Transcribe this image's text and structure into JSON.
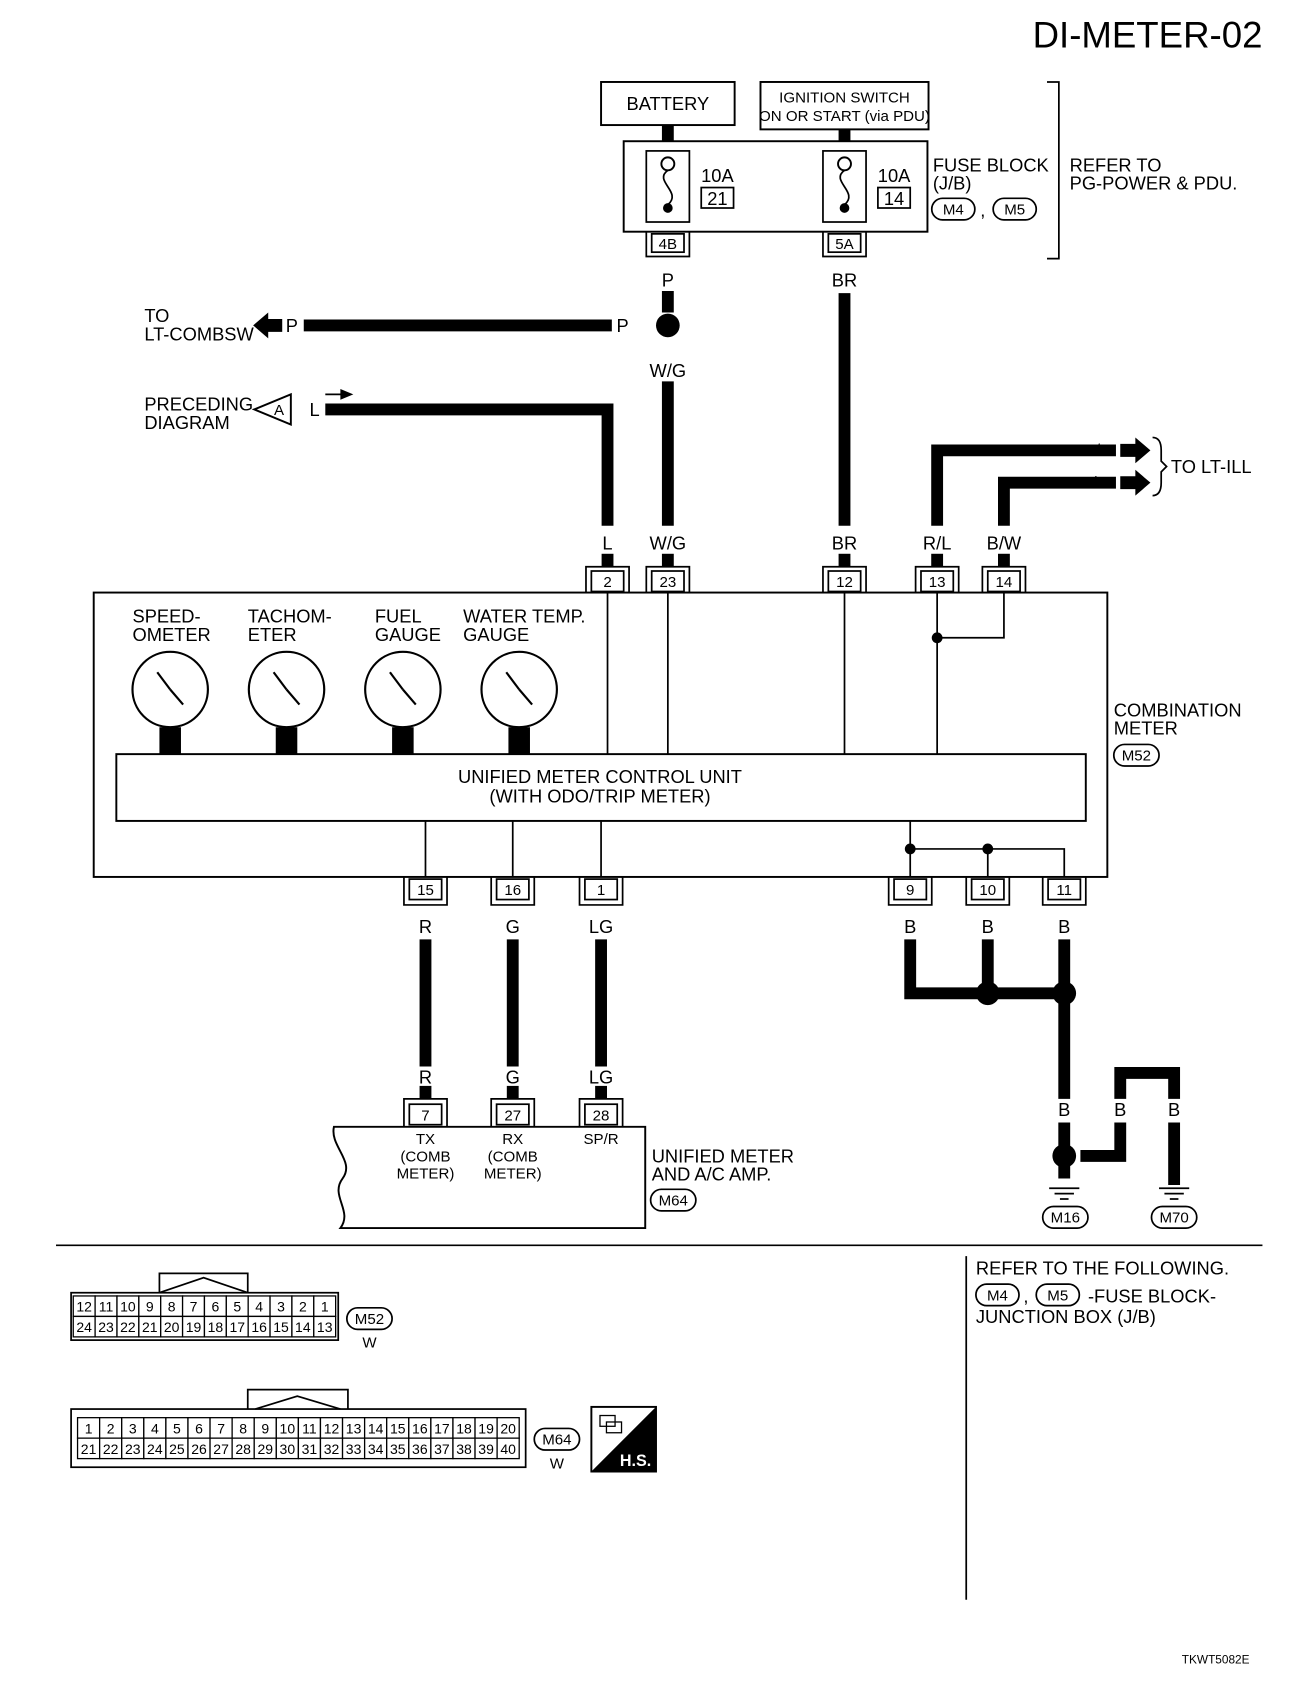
{
  "page": {
    "code": "DI-METER-02",
    "image_id": "TKWT5082E"
  },
  "power": {
    "battery": "BATTERY",
    "ignition_line1": "IGNITION SWITCH",
    "ignition_line2": "ON OR START (via PDU)",
    "fuse_block_line1": "FUSE BLOCK",
    "fuse_block_line2": "(J/B)",
    "fuse_block_conn1": "M4",
    "fuse_block_conn2": "M5",
    "fuse_block_sep": ",",
    "refer_line1": "REFER TO",
    "refer_line2": "PG-POWER & PDU.",
    "fuse1_amp": "10A",
    "fuse1_no": "21",
    "fuse1_pin": "4B",
    "fuse2_amp": "10A",
    "fuse2_no": "14",
    "fuse2_pin": "5A"
  },
  "branches": {
    "lt_combsw_line1": "TO",
    "lt_combsw_line2": "LT-COMBSW",
    "preceding_line1": "PRECEDING",
    "preceding_line2": "DIAGRAM",
    "preceding_marker": "A",
    "lt_ill": "TO LT-ILL"
  },
  "wire_colors": {
    "p_top": "P",
    "p_left_arrow": "P",
    "p_left_join": "P",
    "wg_after_join": "W/G",
    "wg_at_pin": "W/G",
    "br_top": "BR",
    "br_at_pin": "BR",
    "l_at_arrow": "L",
    "l_at_pin": "L",
    "rl_arrow": "R/L",
    "bw_arrow": "B/W",
    "rl_at_pin": "R/L",
    "bw_at_pin": "B/W",
    "r_at_pin": "R",
    "g_at_pin": "G",
    "lg_at_pin": "LG",
    "r_at_amp": "R",
    "g_at_amp": "G",
    "lg_at_amp": "LG",
    "b_pin9": "B",
    "b_pin10": "B",
    "b_pin11": "B",
    "b_drop": "B",
    "b_mid": "B",
    "b_right": "B"
  },
  "combination_meter": {
    "speedometer_line1": "SPEED-",
    "speedometer_line2": "OMETER",
    "tachometer_line1": "TACHOM-",
    "tachometer_line2": "ETER",
    "fuel_line1": "FUEL",
    "fuel_line2": "GAUGE",
    "water_line1": "WATER TEMP.",
    "water_line2": "GAUGE",
    "unit_line1": "UNIFIED METER CONTROL UNIT",
    "unit_line2": "(WITH ODO/TRIP METER)",
    "label_line1": "COMBINATION",
    "label_line2": "METER",
    "connector": "M52",
    "pins_top": [
      "2",
      "23",
      "12",
      "13",
      "14"
    ],
    "pins_bottom": [
      "15",
      "16",
      "1",
      "9",
      "10",
      "11"
    ]
  },
  "amp": {
    "pins": [
      "7",
      "27",
      "28"
    ],
    "tx_line1": "TX",
    "tx_line2": "(COMB",
    "tx_line3": "METER)",
    "rx_line1": "RX",
    "rx_line2": "(COMB",
    "rx_line3": "METER)",
    "spr": "SP/R",
    "label_line1": "UNIFIED METER",
    "label_line2": "AND A/C AMP.",
    "connector": "M64"
  },
  "grounds": {
    "left": "M16",
    "right": "M70"
  },
  "legend": {
    "m52_row1": [
      "12",
      "11",
      "10",
      "9",
      "8",
      "7",
      "6",
      "5",
      "4",
      "3",
      "2",
      "1"
    ],
    "m52_row2": [
      "24",
      "23",
      "22",
      "21",
      "20",
      "19",
      "18",
      "17",
      "16",
      "15",
      "14",
      "13"
    ],
    "m52_conn": "M52",
    "m52_color": "W",
    "m64_row1": [
      "1",
      "2",
      "3",
      "4",
      "5",
      "6",
      "7",
      "8",
      "9",
      "10",
      "11",
      "12",
      "13",
      "14",
      "15",
      "16",
      "17",
      "18",
      "19",
      "20"
    ],
    "m64_row2": [
      "21",
      "22",
      "23",
      "24",
      "25",
      "26",
      "27",
      "28",
      "29",
      "30",
      "31",
      "32",
      "33",
      "34",
      "35",
      "36",
      "37",
      "38",
      "39",
      "40"
    ],
    "m64_conn": "M64",
    "m64_color": "W",
    "hs_badge": "H.S.",
    "refer_line1": "REFER TO THE FOLLOWING.",
    "refer_conn1": "M4",
    "refer_conn2": "M5",
    "refer_sep": ",",
    "refer_line2_suffix": "-FUSE BLOCK-",
    "refer_line3": "JUNCTION BOX (J/B)"
  }
}
